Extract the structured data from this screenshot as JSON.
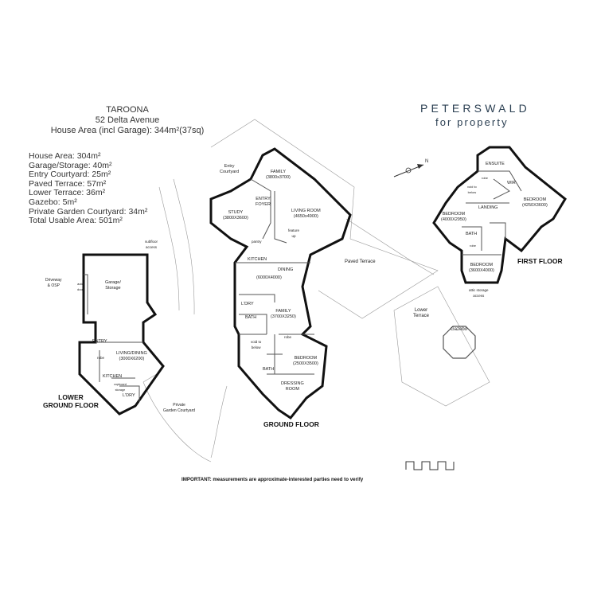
{
  "header": {
    "suburb": "TAROONA",
    "address": "52 Delta Avenue",
    "house_area": "House Area (incl Garage): 344m²(37sq)"
  },
  "areas": [
    "House Area: 304m²",
    "Garage/Storage: 40m²",
    "Entry Courtyard: 25m²",
    "Paved Terrace: 57m²",
    "Lower Terrace: 36m²",
    "Gazebo: 5m²",
    "Private Garden Courtyard: 34m²",
    "Total Usable Area: 501m²"
  ],
  "brand": {
    "line1": "PETERSWALD",
    "line2": "for property",
    "brand_color": "#2b3f52"
  },
  "floors": {
    "lower": "LOWER\nGROUND FLOOR",
    "ground": "GROUND FLOOR",
    "first": "FIRST FLOOR"
  },
  "rooms": {
    "entry_courtyard": "Entry\nCourtyard",
    "family_up": "FAMILY\n(3800x3700)",
    "entry_foyer": "ENTRY\nFOYER",
    "living_room": "LIVING ROOM\n(4650x4900)",
    "study": "STUDY\n(3800X3600)",
    "feature": "feature\nup",
    "pantry": "pantry",
    "kitchen_g": "KITCHEN",
    "dining": "DINING",
    "dining_dim": "(6000X4000)",
    "paved_terrace": "Paved Terrace",
    "ldry_g": "L'DRY",
    "bath_g": "BATH",
    "family_g": "FAMILY\n(3700X3250)",
    "void": "void to\nbelow",
    "robe_g": "robe",
    "bath_g2": "BATH",
    "bedroom_g": "BEDROOM\n(2500X3500)",
    "dressing": "DRESSING\nROOM",
    "lower_terrace": "Lower\nTerrace",
    "gazebo": "Gazebo",
    "subfloor": "subfloor\naccess",
    "driveway": "Driveway\n& OSP",
    "auto_door": "auto\ndoor",
    "garage": "Garage/\nStorage",
    "entry_l": "ENTRY",
    "living_dining_l": "LIVING/DINING\n(3000X6200)",
    "kitchen_l": "KITCHEN",
    "robe_l": "robe",
    "ldry_l": "L'DRY",
    "cupboard": "cupboard\nstorage",
    "private_garden": "Private\nGarden Courtyard",
    "ensuite": "ENSUITE",
    "wir": "WIR",
    "void_f": "void to\nbelow",
    "robe_f": "robe",
    "bedroom_f1": "BEDROOM\n(4250X3600)",
    "landing": "LANDING",
    "bedroom_f2": "BEDROOM\n(4000X2950)",
    "bath_f": "BATH",
    "robe_f2": "robe",
    "bedroom_f3": "BEDROOM\n(3600X4000)",
    "attic": "attic storage\naccess"
  },
  "compass": {
    "label": "N"
  },
  "note": "IMPORTANT: measurements are approximate-interested parties need to verify"
}
